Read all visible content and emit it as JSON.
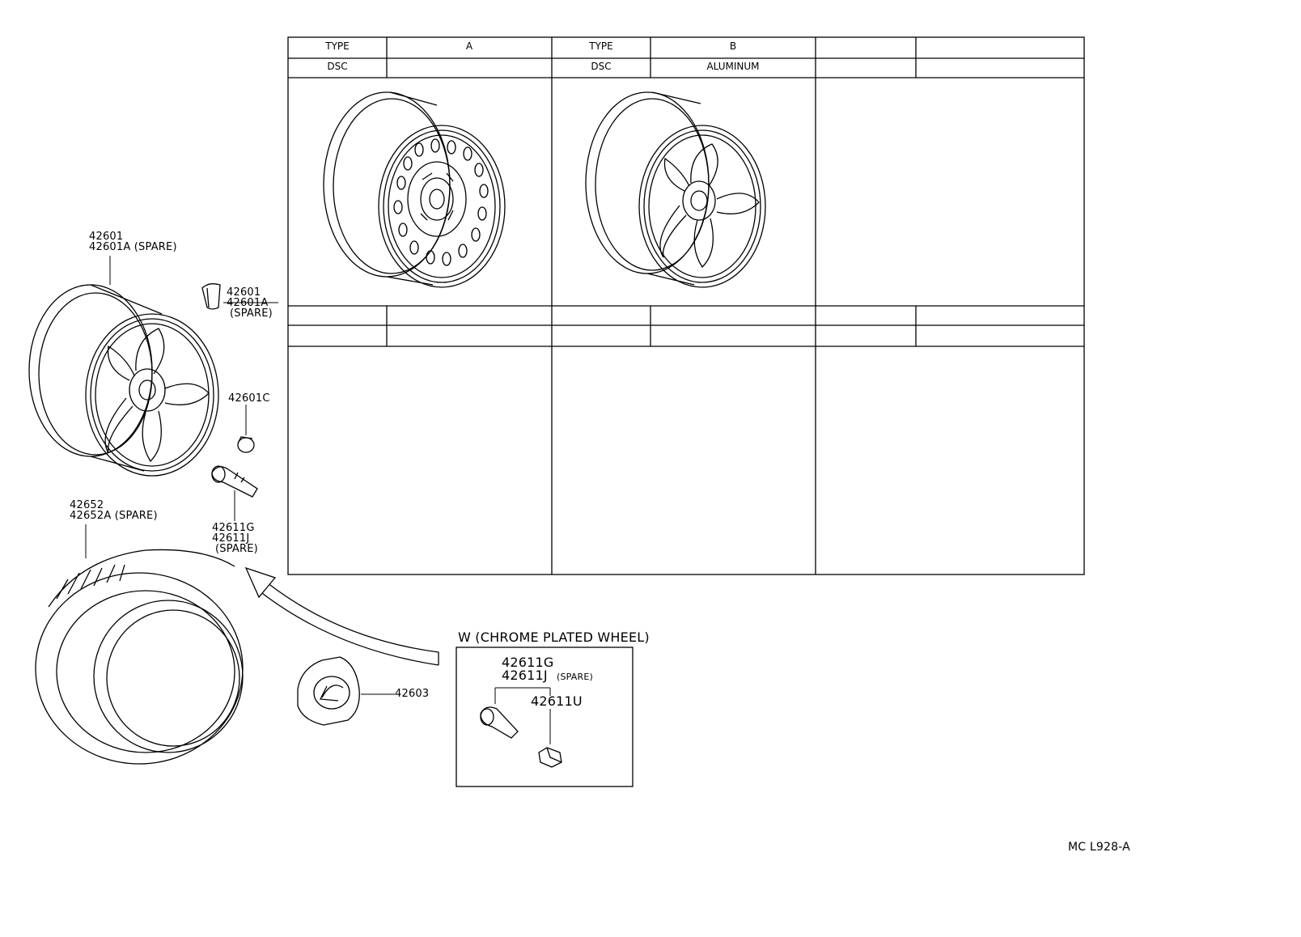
{
  "table": {
    "row1": [
      "TYPE",
      "A",
      "TYPE",
      "B",
      "",
      ""
    ],
    "row2": [
      "DSC",
      "",
      "DSC",
      "ALUMINUM",
      "",
      ""
    ]
  },
  "labels": {
    "wheel_part": "42601",
    "wheel_spare": "42601A (SPARE)",
    "weight_part": "42601",
    "weight_alt": "42601A",
    "weight_spare": "(SPARE)",
    "cap_part": "42601C",
    "valve_g": "42611G",
    "valve_j": "42611J",
    "valve_spare": "(SPARE)",
    "tire_part": "42652",
    "tire_spare": "42652A (SPARE)",
    "center_cap": "42603",
    "chrome_title": "W (CHROME  PLATED  WHEEL)",
    "chrome_g": "42611G",
    "chrome_j": "42611J",
    "chrome_j_spare": "(SPARE)",
    "chrome_u": "42611U",
    "drawing_code": "MC  L928-A"
  },
  "icons": [
    "steel-wheel-icon",
    "alloy-wheel-icon",
    "balance-weight-icon",
    "valve-cap-icon",
    "valve-stem-icon",
    "tire-icon",
    "center-cap-icon",
    "arrow-icon",
    "lug-nut-icon"
  ]
}
